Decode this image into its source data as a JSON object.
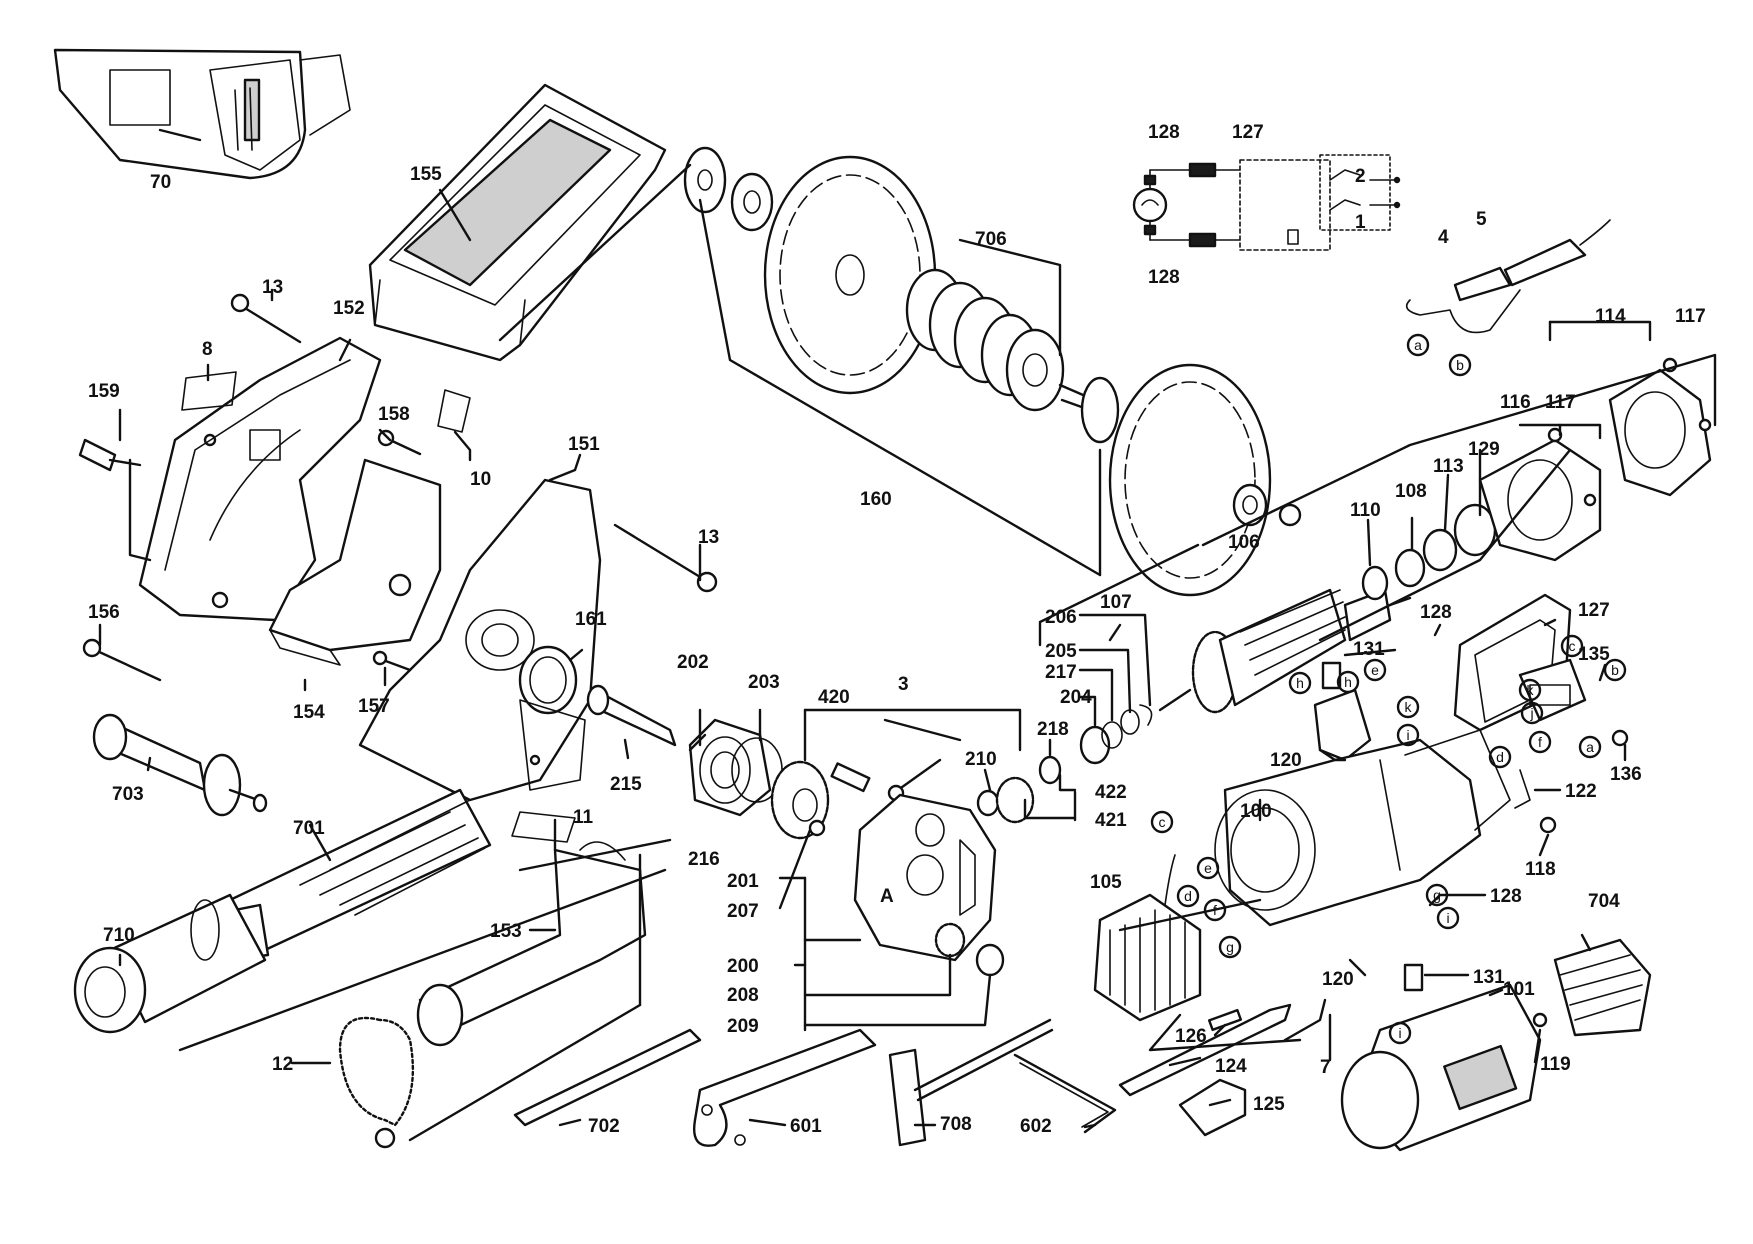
{
  "diagram": {
    "part_numbers": [
      {
        "id": "p70",
        "text": "70"
      },
      {
        "id": "p155",
        "text": "155"
      },
      {
        "id": "p13a",
        "text": "13"
      },
      {
        "id": "p152",
        "text": "152"
      },
      {
        "id": "p8",
        "text": "8"
      },
      {
        "id": "p159",
        "text": "159"
      },
      {
        "id": "p158",
        "text": "158"
      },
      {
        "id": "p10",
        "text": "10"
      },
      {
        "id": "p151",
        "text": "151"
      },
      {
        "id": "p13b",
        "text": "13"
      },
      {
        "id": "p156",
        "text": "156"
      },
      {
        "id": "p161",
        "text": "161"
      },
      {
        "id": "p154",
        "text": "154"
      },
      {
        "id": "p157",
        "text": "157"
      },
      {
        "id": "p703",
        "text": "703"
      },
      {
        "id": "p11",
        "text": "11"
      },
      {
        "id": "p701",
        "text": "701"
      },
      {
        "id": "p153",
        "text": "153"
      },
      {
        "id": "p710",
        "text": "710"
      },
      {
        "id": "p12",
        "text": "12"
      },
      {
        "id": "p702",
        "text": "702"
      },
      {
        "id": "p160",
        "text": "160"
      },
      {
        "id": "p706",
        "text": "706"
      },
      {
        "id": "p202",
        "text": "202"
      },
      {
        "id": "p203",
        "text": "203"
      },
      {
        "id": "p215",
        "text": "215"
      },
      {
        "id": "p216",
        "text": "216"
      },
      {
        "id": "p420",
        "text": "420"
      },
      {
        "id": "p3",
        "text": "3"
      },
      {
        "id": "p201",
        "text": "201"
      },
      {
        "id": "p207",
        "text": "207"
      },
      {
        "id": "p200",
        "text": "200"
      },
      {
        "id": "p208",
        "text": "208"
      },
      {
        "id": "p209",
        "text": "209"
      },
      {
        "id": "p210",
        "text": "210"
      },
      {
        "id": "p218",
        "text": "218"
      },
      {
        "id": "p422",
        "text": "422"
      },
      {
        "id": "p421",
        "text": "421"
      },
      {
        "id": "p206",
        "text": "206"
      },
      {
        "id": "p205",
        "text": "205"
      },
      {
        "id": "p217",
        "text": "217"
      },
      {
        "id": "p204",
        "text": "204"
      },
      {
        "id": "p107",
        "text": "107"
      },
      {
        "id": "p106",
        "text": "106"
      },
      {
        "id": "p110",
        "text": "110"
      },
      {
        "id": "p108",
        "text": "108"
      },
      {
        "id": "p113",
        "text": "113"
      },
      {
        "id": "p129",
        "text": "129"
      },
      {
        "id": "p116",
        "text": "116"
      },
      {
        "id": "p117a",
        "text": "117"
      },
      {
        "id": "p114",
        "text": "114"
      },
      {
        "id": "p117b",
        "text": "117"
      },
      {
        "id": "p128a",
        "text": "128"
      },
      {
        "id": "p127a",
        "text": "127"
      },
      {
        "id": "p128b",
        "text": "128"
      },
      {
        "id": "p4",
        "text": "4"
      },
      {
        "id": "p5",
        "text": "5"
      },
      {
        "id": "p131a",
        "text": "131"
      },
      {
        "id": "p128c",
        "text": "128"
      },
      {
        "id": "p127b",
        "text": "127"
      },
      {
        "id": "p135",
        "text": "135"
      },
      {
        "id": "p136",
        "text": "136"
      },
      {
        "id": "p120a",
        "text": "120"
      },
      {
        "id": "p100",
        "text": "100"
      },
      {
        "id": "p122",
        "text": "122"
      },
      {
        "id": "p118",
        "text": "118"
      },
      {
        "id": "p105",
        "text": "105"
      },
      {
        "id": "p128d",
        "text": "128"
      },
      {
        "id": "p704",
        "text": "704"
      },
      {
        "id": "p120b",
        "text": "120"
      },
      {
        "id": "p131b",
        "text": "131"
      },
      {
        "id": "p101",
        "text": "101"
      },
      {
        "id": "p126",
        "text": "126"
      },
      {
        "id": "p124",
        "text": "124"
      },
      {
        "id": "p7",
        "text": "7"
      },
      {
        "id": "p119",
        "text": "119"
      },
      {
        "id": "p125",
        "text": "125"
      },
      {
        "id": "p601",
        "text": "601"
      },
      {
        "id": "p708",
        "text": "708"
      },
      {
        "id": "p602",
        "text": "602"
      }
    ],
    "schematic_labels": {
      "pos2": "2",
      "pos1": "1"
    },
    "housing_mark": "A",
    "connection_letters": {
      "a": "a",
      "b": "b",
      "c": "c",
      "d": "d",
      "e": "e",
      "f": "f",
      "g": "g",
      "h": "h",
      "i": "i",
      "j": "j",
      "k": "k"
    },
    "x_marker": "x"
  }
}
